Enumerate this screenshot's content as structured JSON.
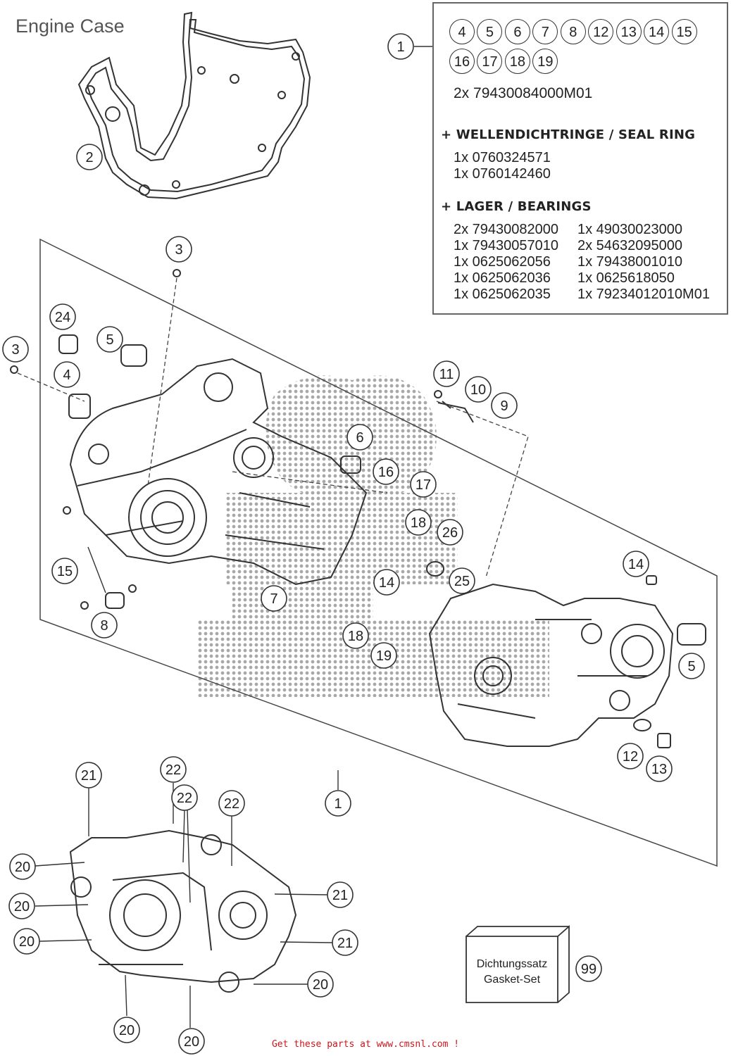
{
  "title": "Engine Case",
  "footer": "Get these parts at www.cmsnl.com !",
  "kit": {
    "callout": "1",
    "included_refs": [
      "4",
      "5",
      "6",
      "7",
      "8",
      "12",
      "13",
      "14",
      "15",
      "16",
      "17",
      "18",
      "19"
    ],
    "main_part": "2x 79430084000M01",
    "seal_ring_header": "+ WELLENDICHTRINGE /  SEAL RING",
    "seal_rings": [
      "1x 0760324571",
      "1x 0760142460"
    ],
    "bearings_header": "+ LAGER / BEARINGS",
    "bearings_left": [
      "2x 79430082000",
      "1x 79430057010",
      "1x 0625062056",
      "1x 0625062036",
      "1x 0625062035"
    ],
    "bearings_right": [
      "1x 49030023000",
      "2x 54632095000",
      "1x 79438001010",
      "1x 0625618050",
      "1x 79234012010M01"
    ]
  },
  "gasket_set": {
    "line1": "Dichtungssatz",
    "line2": "Gasket-Set",
    "callout": "99"
  },
  "callouts": [
    {
      "id": "2",
      "label": "2"
    },
    {
      "id": "3a",
      "label": "3"
    },
    {
      "id": "3b",
      "label": "3"
    },
    {
      "id": "24",
      "label": "24"
    },
    {
      "id": "5a",
      "label": "5"
    },
    {
      "id": "4",
      "label": "4"
    },
    {
      "id": "15",
      "label": "15"
    },
    {
      "id": "8",
      "label": "8"
    },
    {
      "id": "7",
      "label": "7"
    },
    {
      "id": "6",
      "label": "6"
    },
    {
      "id": "16",
      "label": "16"
    },
    {
      "id": "17",
      "label": "17"
    },
    {
      "id": "18a",
      "label": "18"
    },
    {
      "id": "14a",
      "label": "14"
    },
    {
      "id": "26",
      "label": "26"
    },
    {
      "id": "25",
      "label": "25"
    },
    {
      "id": "18b",
      "label": "18"
    },
    {
      "id": "19",
      "label": "19"
    },
    {
      "id": "11",
      "label": "11"
    },
    {
      "id": "10",
      "label": "10"
    },
    {
      "id": "9",
      "label": "9"
    },
    {
      "id": "14b",
      "label": "14"
    },
    {
      "id": "5b",
      "label": "5"
    },
    {
      "id": "12",
      "label": "12"
    },
    {
      "id": "13",
      "label": "13"
    },
    {
      "id": "1b",
      "label": "1"
    },
    {
      "id": "21a",
      "label": "21"
    },
    {
      "id": "22a",
      "label": "22"
    },
    {
      "id": "22b",
      "label": "22"
    },
    {
      "id": "22c",
      "label": "22"
    },
    {
      "id": "20a",
      "label": "20"
    },
    {
      "id": "20b",
      "label": "20"
    },
    {
      "id": "20c",
      "label": "20"
    },
    {
      "id": "21b",
      "label": "21"
    },
    {
      "id": "21c",
      "label": "21"
    },
    {
      "id": "20d",
      "label": "20"
    },
    {
      "id": "20e",
      "label": "20"
    },
    {
      "id": "20f",
      "label": "20"
    }
  ],
  "colors": {
    "line": "#333333",
    "footer": "#d0141a",
    "watermark": "#9a9a9a"
  }
}
